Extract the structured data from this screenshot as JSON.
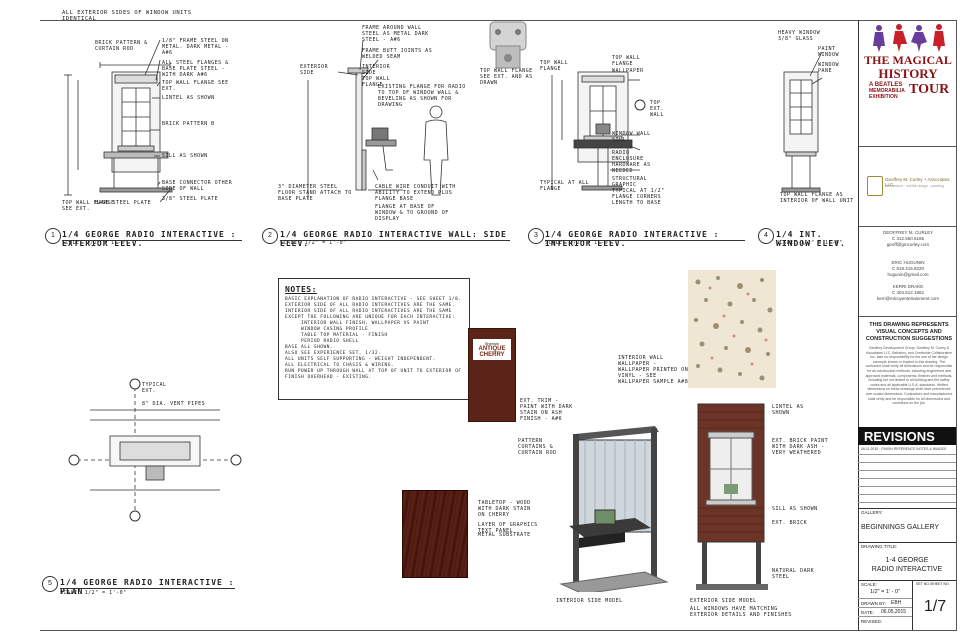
{
  "views": {
    "ext_elev": {
      "title": "1/4 George Radio Interactive : Exterior Elev.",
      "scale": "Scale: 1/2\" = 1'-0\"",
      "num": "1",
      "top_note": "All exterior sides of window units identical",
      "labels": [
        "Brick pattern & curtain rod",
        "1/8\" frame steel on metal. Dark metal - A#6",
        "All steel flanges & base plate steel - with dark A#6",
        "Top wall flange see ext.",
        "Lintel as shown",
        "Brick pattern B",
        "Sill as shown",
        "Top wall flange see ext.",
        "Base connector other side of wall",
        "Base steel plate",
        "3/8\" steel plate",
        "Top wall flange"
      ]
    },
    "int_side": {
      "title": "1/4 George Radio Interactive Wall: Side Elev.",
      "scale": "Scale: 1/2\" = 1'-0\"",
      "num": "2",
      "labels": [
        "Frame around wall steel as metal dark steel - A#6",
        "Frame butt joints as welded seam",
        "Exterior side",
        "Interior side",
        "Top wall flange",
        "Existing flange for radio to top of window wall & beveling as shown for drawing",
        "Flange at base of window & to ground of display",
        "Cable wire conduit with ability to extend plus flange base",
        "3\" diameter steel floor stand attach to base plate"
      ]
    },
    "int_elev": {
      "title": "1/4 George Radio Interactive : Interior Elev.",
      "scale": "Scale: 1/2\" = 1'-0\"",
      "num": "3",
      "labels": [
        "Top wall flange",
        "Top wall flange",
        "Wallpaper",
        "Window wall sill",
        "Typical at all flange",
        "Radio enclosure",
        "Hardware as needed",
        "Structural graphic",
        "Typical at 1/2\" flange corners length to base"
      ],
      "callout": "Top ext. wall"
    },
    "int_window": {
      "title": "1/4 Int. Window Elev.",
      "scale": "Scale: 1/2\" = 1'-0\"",
      "num": "4",
      "labels": [
        "Heavy window 3/8\" glass",
        "Paint window",
        "Window pane",
        "Top wall flange as interior of wall unit"
      ]
    },
    "plan": {
      "title": "1/4 George Radio Interactive : Plan",
      "scale": "Scale: 1/2\" = 1'-0\"",
      "num": "5",
      "labels": [
        "Typical ext.",
        "8\" dia. vent pipes"
      ]
    },
    "model_int": {
      "caption": "Interior side model",
      "labels": [
        "Pattern curtains & curtain rod",
        "Tabletop - wood with dark stain on cherry",
        "Layer of graphics text panel",
        "Metal substrate"
      ]
    },
    "model_ext": {
      "caption": "Exterior side model",
      "sub": "All windows have matching exterior details and finishes",
      "labels": [
        "Lintel as shown",
        "Ext. brick paint with dark ash - very weathered",
        "Sill as shown",
        "Ext. brick",
        "Natural dark steel"
      ]
    },
    "wallpaper_note": "Interior wall wallpaper - wallpaper printed on vinyl - see wallpaper sample A#8",
    "trim_note": "Ext. trim - paint with dark stain on Ash finish - A#6",
    "antique_cherry": {
      "brand": "Sherwin",
      "line1": "Antique",
      "line2": "Cherry"
    },
    "top_view_label": "Top wall flange see ext. and as drawn"
  },
  "notes": {
    "heading": "Notes:",
    "lines": [
      "Basic explanation of radio interactive - see sheet 1/8.",
      "Exterior side of all radio interactives are the same.",
      "Interior side of all radio interactives are the same except the following are unique for each interactive:",
      "Interior wall finish, wallpaper vs paint",
      "Window casing profile",
      "Table top material - finish",
      "Period radio shell",
      "Base all shown.",
      "Also see experience set, 1/32.",
      "All units self supporting - weight independent.",
      "All electrical to chasis & wiring.",
      "Run power up through wall at top of unit to exterior of finish overhead - existing."
    ]
  },
  "titleblock": {
    "logo_line1": "The Magical",
    "logo_line2": "History",
    "logo_sub1": "A Beatles",
    "logo_sub2": "Memorabilia",
    "logo_sub3": "Exhibition",
    "logo_tour": "Tour",
    "firm": "Geoffrey M. Curley + Associates LLC",
    "firm_sub": "architecture · exhibit design · planning",
    "contacts": [
      {
        "name": "GEOFFREY M. CURLEY",
        "phone": "C 312.560.6165",
        "email": "geoff@gmcurley.com"
      },
      {
        "name": "ERIC HUGUNIN",
        "phone": "C 818.415.8220",
        "email": "hugunin@gmail.com"
      },
      {
        "name": "KERRI DRAKE",
        "phone": "C 404.512.1962",
        "email": "kerri@mlcoyentertainment.com"
      }
    ],
    "disclaimer_head": "This drawing represents visual concepts and construction suggestions",
    "disclaimer_body": "Geoffrey Development Group, Geoffrey M. Curley & Associates LLC, Bellatoro, and Creekside Collaborative Inc. take no responsibility for the use of the design concepts shown or implied in this drawing. The contractor shall verify all dimensions and be responsible for all construction methods, including engineered and approved materials, components, finishes and methods, including but not limited to all building and fire safety codes and all applicable U.S.A. standards. Written dimensions on these drawings shall have precedence over scaled dimensions. Contractors and manufacturers shall verify and be responsible for all dimensions and conditions on the job.",
    "revisions_label": "REVISIONS",
    "revision_line": "06.11.2015 · FINISH REFERENCE NOTES & IMAGES",
    "gallery_label": "GALLERY:",
    "gallery_value": "BEGINNINGS GALLERY",
    "drawing_title_label": "DRAWING TITLE:",
    "drawing_title_1": "1-4 GEORGE",
    "drawing_title_2": "RADIO INTERACTIVE",
    "scale_label": "SCALE:",
    "scale_value": "1/2\" = 1' - 0\"",
    "set_no_label": "SET NO./SHEET NO.",
    "drawn_by_label": "DRAWN BY:",
    "drawn_by_value": "EBH",
    "date_label": "DATE:",
    "date_value": "06.05.2015",
    "revised_label": "REVISED:",
    "sheet_number": "1/7"
  }
}
